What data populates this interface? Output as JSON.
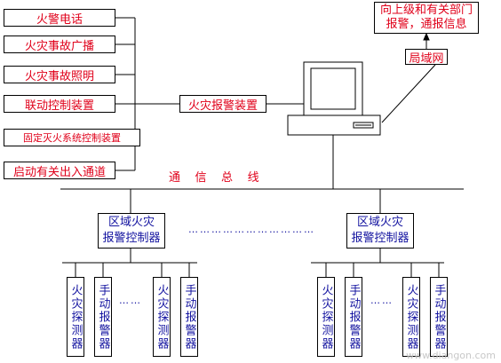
{
  "left_devices": [
    "火警电话",
    "火灾事故广播",
    "火灾事故照明",
    "联动控制装置",
    "固定灭火系统控制装置",
    "启动有关出入通道"
  ],
  "alarm_device": "火灾报警装置",
  "notify_box": {
    "line1": "向上级和有关部门",
    "line2": "报警，通报信息"
  },
  "lan_label": "局域网",
  "bus_label": "通    信    总    线",
  "regional_controller": {
    "line1": "区域火灾",
    "line2": "报警控制器"
  },
  "right_controller": {
    "line1": "区域火灾",
    "line2": "报警控制器"
  },
  "left_units": [
    "火灾探测器",
    "手动报警器",
    "火灾探测器",
    "手动报警器"
  ],
  "right_units": [
    "火灾探测器",
    "手动报警器",
    "火灾探测器",
    "手动报警器"
  ],
  "dots": "……",
  "mid_dots": "……………………………",
  "watermark": "www.diangon.com",
  "colors": {
    "red": "#e0001a",
    "blue": "#1414a0",
    "line": "#000000"
  }
}
